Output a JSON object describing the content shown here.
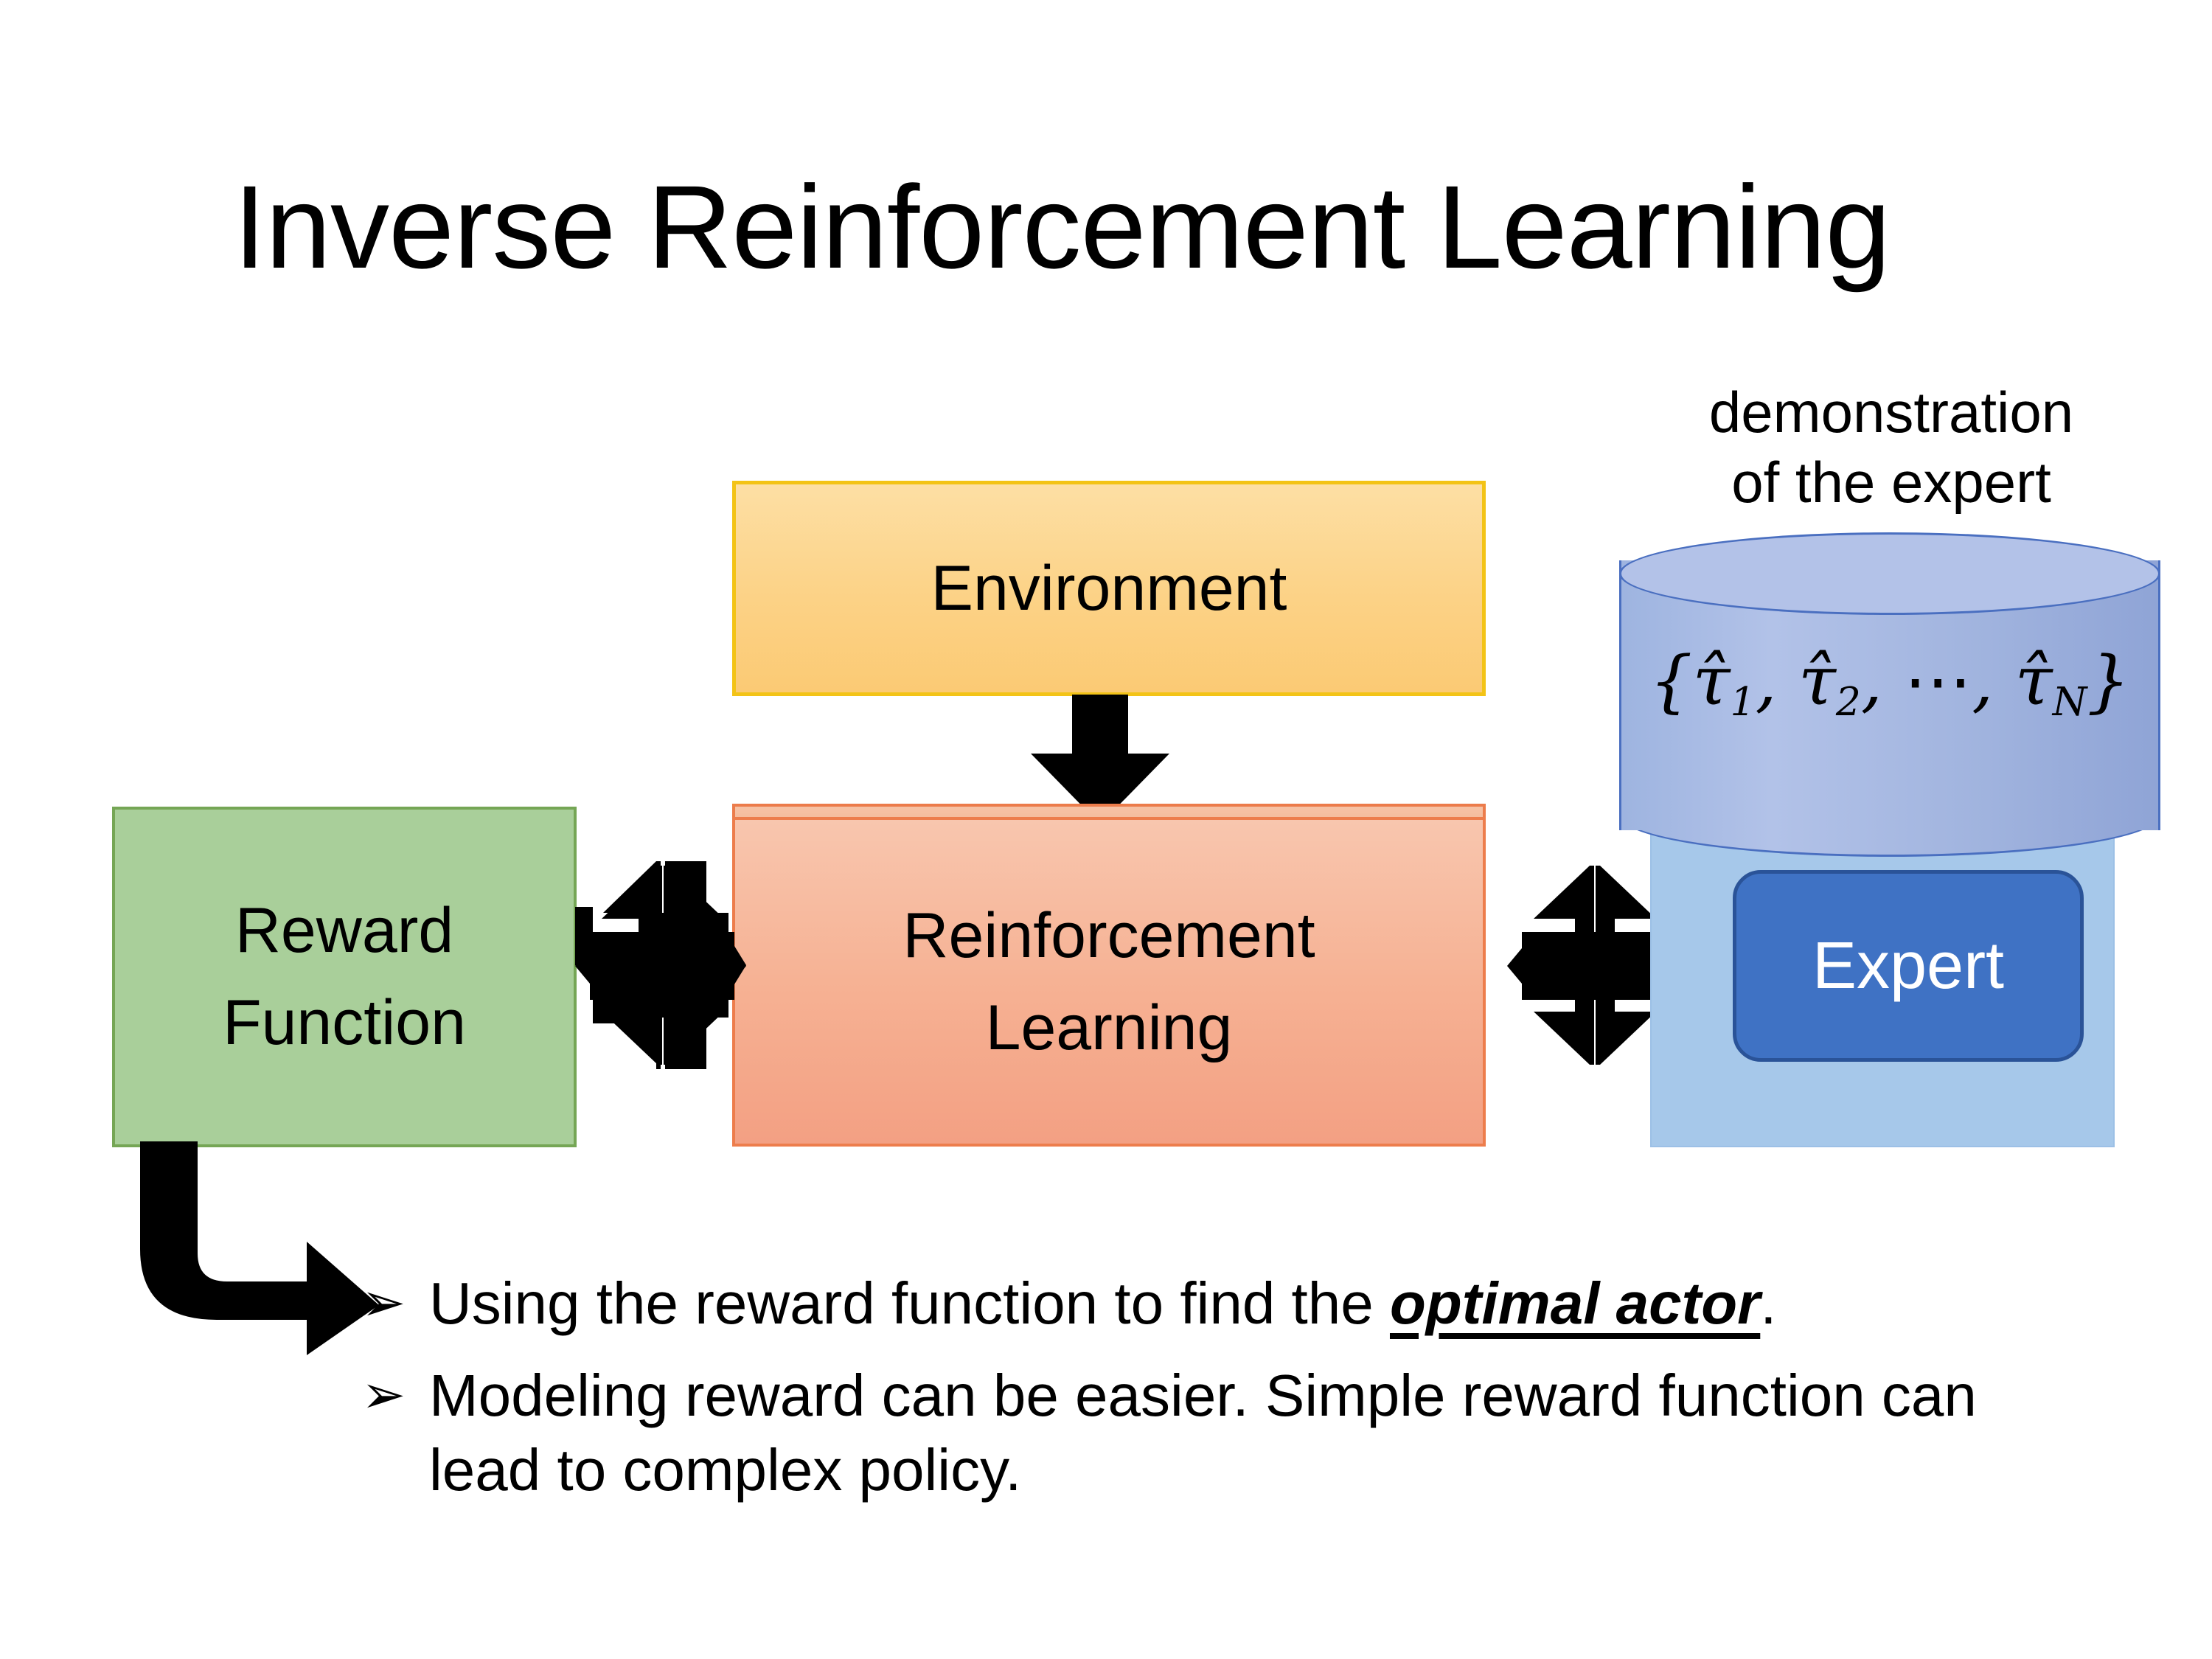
{
  "slide": {
    "title": "Inverse Reinforcement Learning",
    "background_color": "#ffffff"
  },
  "diagram": {
    "environment_box": {
      "label": "Environment",
      "fill_color": "#fcd286",
      "border_color": "#f3c316"
    },
    "reinforcement_learning_box": {
      "line1": "Reinforcement",
      "line2": "Learning",
      "fill_color": "#f6b193",
      "border_color": "#ed7d4c"
    },
    "reward_function_box": {
      "line1": "Reward",
      "line2": "Function",
      "fill_color": "#a9cf9a",
      "border_color": "#75a655"
    },
    "expert_group": {
      "caption_line1": "demonstration",
      "caption_line2": "of the expert",
      "cylinder_label_prefix": "{",
      "cylinder_label_tau": "τ̂",
      "cylinder_label_full": "{τ̂1, τ̂2, ⋯, τ̂N}",
      "trajectory_symbols": [
        "τ̂",
        "τ̂",
        "τ̂"
      ],
      "trajectory_subscripts": [
        "1",
        "2",
        "N"
      ],
      "ellipsis": "⋯",
      "comma": ",",
      "open_brace": "{",
      "close_brace": "}",
      "expert_label": "Expert",
      "cylinder_fill_color": "#a0b3de",
      "panel_fill_color": "#a6c8ea",
      "chip_fill_color": "#3f72c4",
      "chip_text_color": "#ffffff"
    },
    "connectors": [
      {
        "name": "environment-to-rl",
        "icon": "down-block-arrow",
        "color": "#000000"
      },
      {
        "name": "reward-to-rl",
        "icon": "quad-arrow",
        "color": "#000000"
      },
      {
        "name": "rl-to-expert",
        "icon": "quad-arrow",
        "color": "#000000"
      },
      {
        "name": "reward-to-bullets",
        "icon": "bent-arrow-down-right",
        "color": "#000000"
      }
    ]
  },
  "bullets": {
    "marker": "➢",
    "items": [
      {
        "prefix": "Using the reward function to find the ",
        "emphasis": "optimal actor",
        "suffix": "."
      },
      {
        "prefix": "Modeling reward can be easier. Simple reward function can lead to complex policy.",
        "emphasis": "",
        "suffix": ""
      }
    ]
  }
}
